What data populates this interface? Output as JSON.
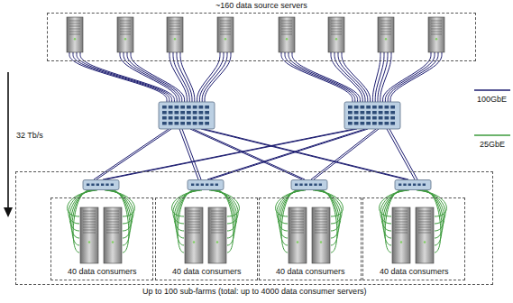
{
  "diagram": {
    "nodes": [
      {
        "text": [
          "~160 data source servers"
        ]
      },
      {
        "text": [
          "Up to 100 sub-farms (total: up to 4000 data consumer servers)"
        ]
      },
      {
        "text": [
          "40 data consumers"
        ],
        "in": 1
      },
      {
        "text": [
          "40 data consumers"
        ],
        "in": 1
      },
      {
        "text": [
          "40 data consumers"
        ],
        "in": 1
      },
      {
        "text": [
          "40 data consumers"
        ],
        "in": 1
      }
    ],
    "labels": [
      "32 Tb/s"
    ],
    "legend": [
      {
        "text": "100GbE"
      },
      {
        "text": "25GbE"
      }
    ]
  }
}
